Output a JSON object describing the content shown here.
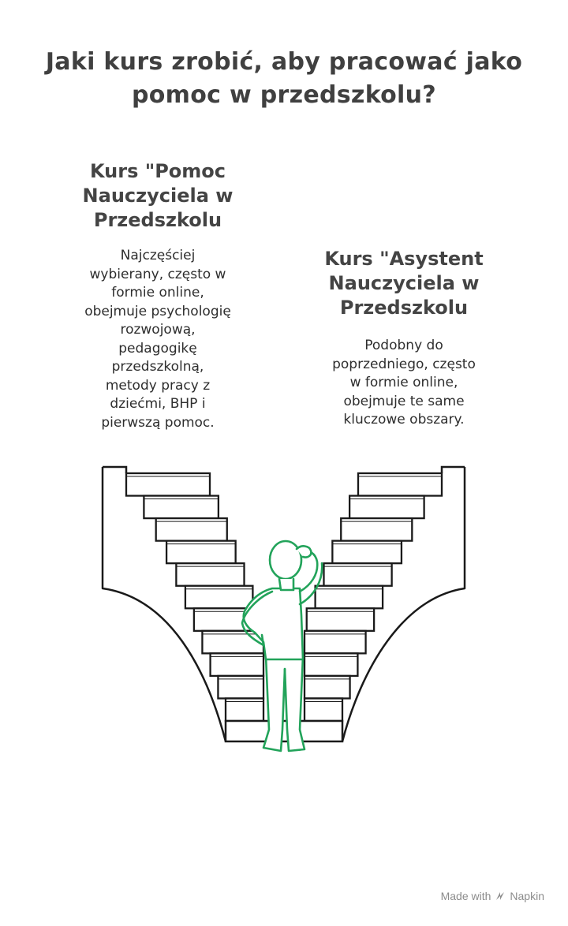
{
  "title": "Jaki kurs zrobić, aby pracować jako pomoc w przedszkolu?",
  "options": [
    {
      "title": "Kurs \"Pomoc\nNauczyciela w\nPrzedszkolu",
      "description": "Najczęściej\nwybierany, często w\nformie online,\nobejmuje psychologię\nrozwojową,\npedagogikę\nprzedszkolną,\nmetody pracy z\ndziećmi, BHP i\npierwszą pomoc."
    },
    {
      "title": "Kurs \"Asystent\nNauczyciela w\nPrzedszkolu",
      "description": "Podobny do\npoprzedniego, często\nw formie online,\nobejmuje te same\nkluczowe obszary."
    }
  ],
  "colors": {
    "figure": "#22a35a",
    "lines": "#1a1a1a",
    "text": "#404040"
  },
  "illustration": {
    "left_steps": 11,
    "right_steps": 11,
    "figure": "person-scratching-head-icon"
  },
  "footer": {
    "made_with": "Made with",
    "brand": "Napkin",
    "icon": "napkin-logo-icon"
  }
}
